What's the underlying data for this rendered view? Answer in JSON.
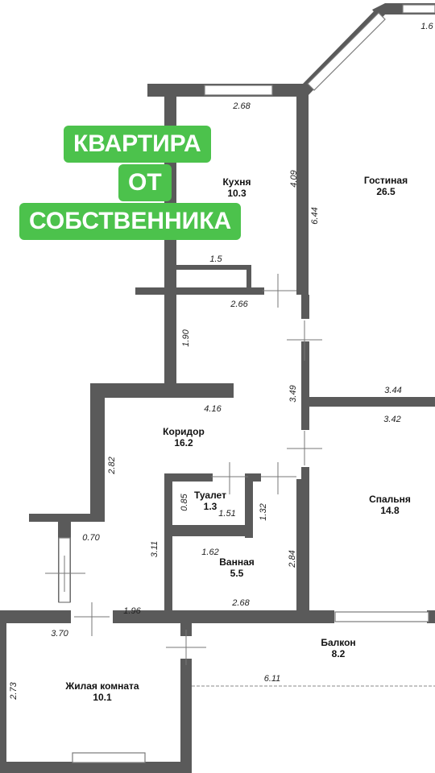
{
  "banner": {
    "line1": "КВАРТИРА",
    "line2": "ОТ",
    "line3": "СОБСТВЕННИКА"
  },
  "rooms": {
    "kitchen": {
      "name": "Кухня",
      "area": "10.3"
    },
    "living": {
      "name": "Гостиная",
      "area": "26.5"
    },
    "corridor": {
      "name": "Коридор",
      "area": "16.2"
    },
    "toilet": {
      "name": "Туалет",
      "area": "1.3"
    },
    "bath": {
      "name": "Ванная",
      "area": "5.5"
    },
    "bedroom": {
      "name": "Спальня",
      "area": "14.8"
    },
    "balcony": {
      "name": "Балкон",
      "area": "8.2"
    },
    "room": {
      "name": "Жилая комната",
      "area": "10.1"
    }
  },
  "dimensions": {
    "top_right": "1.6",
    "kitchen_width": "2.68",
    "kitchen_height": "4.09",
    "living_height": "6.44",
    "niche_width": "1.5",
    "kitchen_bottom": "2.66",
    "corridor_upper": "1.90",
    "corridor_right": "3.49",
    "corridor_width": "4.16",
    "living_bottom": "3.44",
    "bedroom_top": "3.42",
    "corridor_left": "2.82",
    "toilet_height": "0.85",
    "toilet_width": "1.51",
    "toilet_right": "1.32",
    "entry_width": "0.70",
    "bath_left": "3.11",
    "bath_top": "1.62",
    "bath_height": "2.84",
    "bath_width": "2.68",
    "hall_bottom": "1.96",
    "room_width": "3.70",
    "room_height": "2.73",
    "balcony_length": "6.11"
  }
}
